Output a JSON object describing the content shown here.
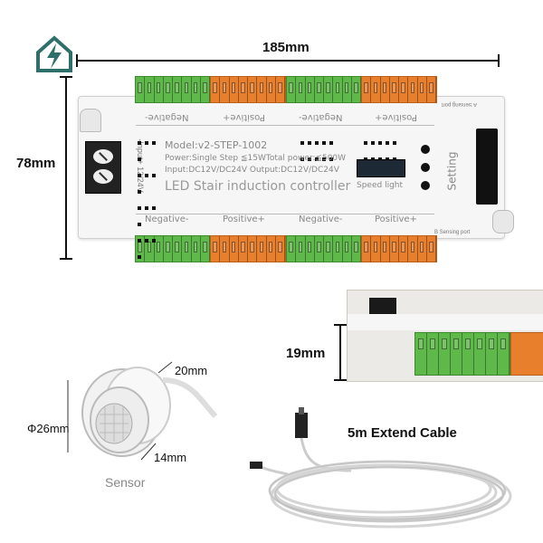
{
  "dimensions": {
    "length": "185mm",
    "width": "78mm",
    "height": "19mm",
    "sensor_diameter": "Φ26mm",
    "sensor_depth": "20mm",
    "sensor_length": "14mm"
  },
  "board": {
    "model": "Model:v2-STEP-1002",
    "power": "Power:Single Step ≦15WTotal power:≦500W",
    "io": "Input:DC12V/DC24V Output:DC12V/DC24V",
    "title": "LED Stair induction controller",
    "input": "-Input+ 12/24V",
    "speed_light": "Speed light",
    "setting": "Setting",
    "a_port": "A Sensing port",
    "b_port": "B Sensing port",
    "negative_top": "Negative-",
    "positive_top": "Positive+",
    "negative_bottom": "Negative-",
    "positive_bottom": "Positive+"
  },
  "labels": {
    "sensor": "Sensor",
    "cable": "5m Extend Cable"
  },
  "colors": {
    "green": "#5fb84a",
    "orange": "#e87f2c",
    "logo": "#2e6f6a"
  },
  "icons": {
    "logo": "house-lightning-icon"
  }
}
